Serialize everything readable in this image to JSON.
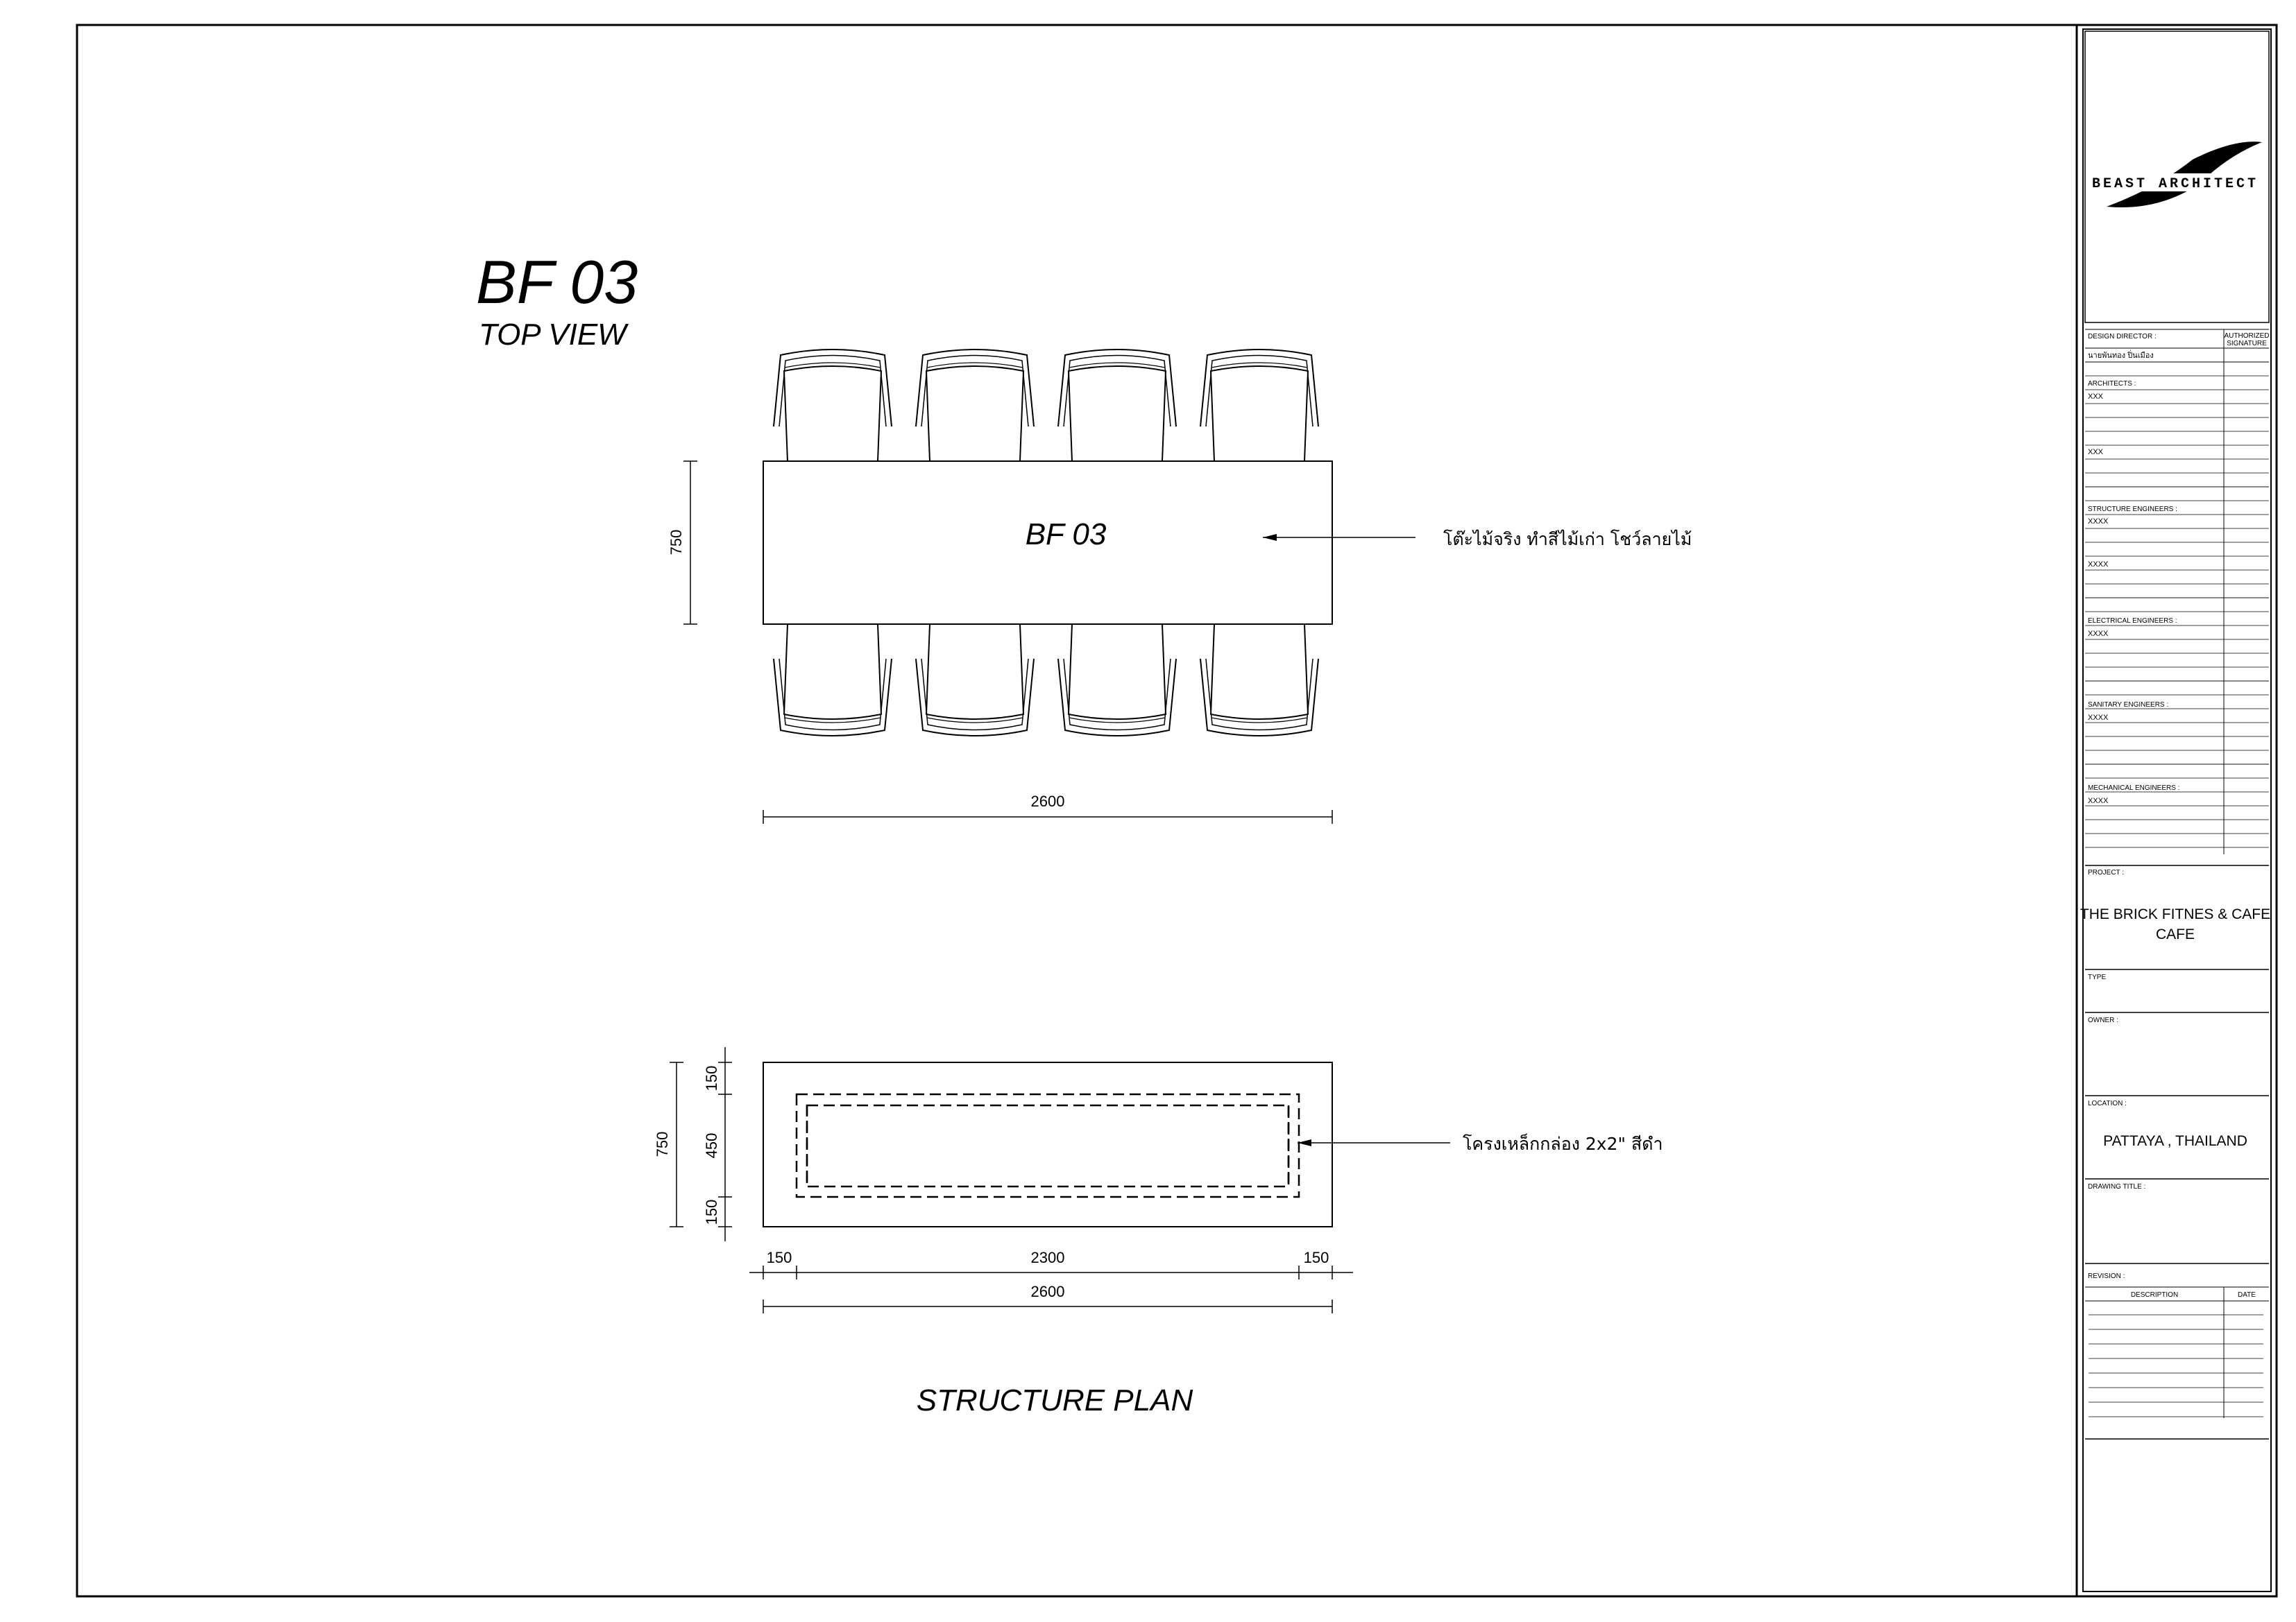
{
  "drawing": {
    "code": "BF 03",
    "view_title": "TOP VIEW",
    "table_label": "BF 03",
    "section_title": "STRUCTURE  PLAN",
    "top_note": "โต๊ะไม้จริง ทำสีไม้เก่า โชว์ลายไม้",
    "structure_note": "โครงเหล็กกล่อง 2x2\" สีดำ",
    "top_dims": {
      "depth": "750",
      "length": "2600"
    },
    "structure_dims": {
      "depth": "750",
      "offset_top": "150",
      "inner_depth": "450",
      "offset_bottom": "150",
      "offset_left": "150",
      "inner_length": "2300",
      "offset_right": "150",
      "length": "2600"
    }
  },
  "title_block": {
    "logo_text": "BEAST  ARCHITECT",
    "design_director_label": "DESIGN DIRECTOR :",
    "authorized_signature_label": "AUTHORIZED",
    "authorized_signature_label_2": "SIGNATURE",
    "design_director_name": "นายพันทอง  ปิ่นเมือง",
    "architects_label": "ARCHITECTS :",
    "architect_1": "XXX",
    "architect_2": "XXX",
    "structure_label": "STRUCTURE ENGINEERS :",
    "structure_1": "XXXX",
    "structure_2": "XXXX",
    "electrical_label": "ELECTRICAL ENGINEERS :",
    "electrical_1": "XXXX",
    "sanitary_label": "SANITARY ENGINEERS :",
    "sanitary_1": "XXXX",
    "mechanical_label": "MECHANICAL ENGINEERS :",
    "mechanical_1": "XXXX",
    "project_label": "PROJECT :",
    "project_line_1": "THE BRICK FITNES & CAFE",
    "project_line_2": "CAFE",
    "type_label": "TYPE",
    "owner_label": "OWNER :",
    "location_label": "LOCATION :",
    "location_value": "PATTAYA , THAILAND",
    "drawing_title_label": "DRAWING TITLE :",
    "revision_label": "REVISION :",
    "description_label": "DESCRIPTION",
    "date_label": "DATE"
  },
  "colors": {
    "ink": "#000000",
    "chair_fill": "#ffffff",
    "paper": "#ffffff"
  }
}
